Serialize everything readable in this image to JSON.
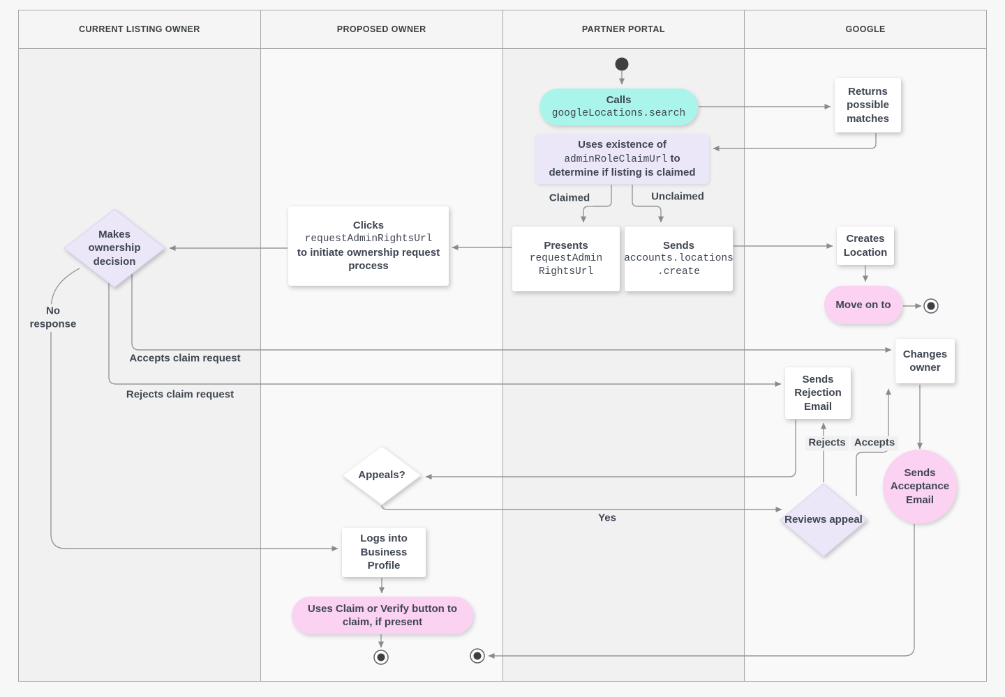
{
  "lanes": [
    {
      "label": "CURRENT LISTING OWNER"
    },
    {
      "label": "PROPOSED OWNER"
    },
    {
      "label": "PARTNER PORTAL"
    },
    {
      "label": "GOOGLE"
    }
  ],
  "nodes": {
    "calls": {
      "title": "Calls",
      "code": "googleLocations.search"
    },
    "returns_matches": {
      "text": "Returns possible matches"
    },
    "uses_existence": {
      "line1": "Uses existence of",
      "code": "adminRoleClaimUrl",
      "line2_suffix": " to",
      "line3": "determine if listing is claimed"
    },
    "presents": {
      "title": "Presents",
      "code_lines": [
        "requestAdmin",
        "RightsUrl"
      ]
    },
    "sends_create": {
      "title": "Sends",
      "code_lines": [
        "accounts.locations",
        ".create"
      ]
    },
    "creates_location": {
      "text": "Creates Location"
    },
    "move_on": {
      "text": "Move on to"
    },
    "clicks": {
      "title": "Clicks",
      "code": "requestAdminRightsUrl",
      "rest": "to initiate ownership request process"
    },
    "makes_decision": {
      "text": "Makes ownership decision"
    },
    "sends_rejection": {
      "text": "Sends Rejection Email"
    },
    "changes_owner": {
      "text": "Changes owner"
    },
    "appeals": {
      "text": "Appeals?"
    },
    "reviews_appeal": {
      "text": "Reviews appeal"
    },
    "sends_acceptance": {
      "text": "Sends Acceptance Email"
    },
    "logs_into": {
      "text": "Logs into Business Profile"
    },
    "uses_claim": {
      "text": "Uses Claim or Verify button to claim, if present"
    }
  },
  "edge_labels": {
    "claimed": "Claimed",
    "unclaimed": "Unclaimed",
    "no_response": "No response",
    "accepts_claim": "Accepts claim request",
    "rejects_claim": "Rejects claim request",
    "yes": "Yes",
    "rejects": "Rejects",
    "accepts": "Accepts"
  },
  "colors": {
    "teal": "#a9f5eb",
    "lavender": "#ebe6f8",
    "pink": "#fbd2f1",
    "lane_dark": "#f1f1f1",
    "lane_light": "#f9f9f9",
    "line": "#979797",
    "text": "#3f4652"
  }
}
